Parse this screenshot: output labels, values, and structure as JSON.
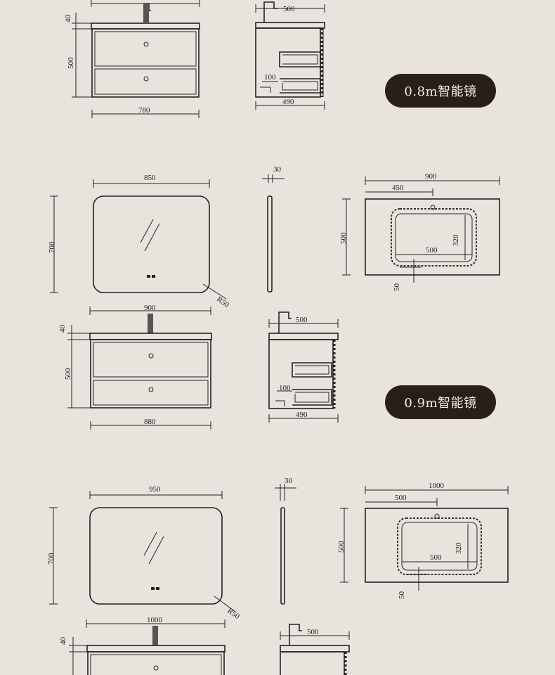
{
  "labels": {
    "pill_08": "0.8m智能镜",
    "pill_09": "0.9m智能镜"
  },
  "s1": {
    "cab_top_h": "40",
    "cab_h": "500",
    "cab_w": "780",
    "side_w": "500",
    "side_depth": "490",
    "side_step": "100"
  },
  "s2": {
    "mirror_w": "850",
    "mirror_h": "700",
    "mirror_r": "R50",
    "mirror_thick": "30",
    "basin_w": "900",
    "basin_half": "450",
    "basin_h": "500",
    "bowl_h": "320",
    "bowl_w": "500",
    "bowl_off": "50",
    "cab_w_top": "900",
    "cab_top_h": "40",
    "cab_h": "500",
    "cab_w": "880",
    "side_w": "500",
    "side_depth": "490",
    "side_step": "100"
  },
  "s3": {
    "mirror_w": "950",
    "mirror_h": "700",
    "mirror_r": "R50",
    "mirror_thick": "30",
    "basin_w": "1000",
    "basin_half": "500",
    "basin_h": "500",
    "bowl_h": "320",
    "bowl_w": "500",
    "bowl_off": "50",
    "cab_w_top": "1000",
    "cab_top_h": "40",
    "side_w": "500"
  }
}
